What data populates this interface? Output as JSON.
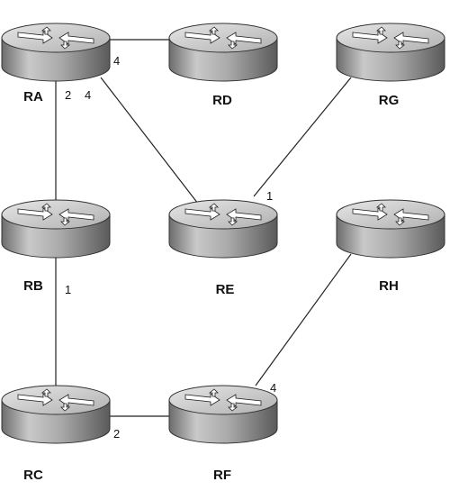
{
  "routers": [
    {
      "id": "RA",
      "label": "RA"
    },
    {
      "id": "RD",
      "label": "RD"
    },
    {
      "id": "RG",
      "label": "RG"
    },
    {
      "id": "RB",
      "label": "RB"
    },
    {
      "id": "RE",
      "label": "RE"
    },
    {
      "id": "RH",
      "label": "RH"
    },
    {
      "id": "RC",
      "label": "RC"
    },
    {
      "id": "RF",
      "label": "RF"
    }
  ],
  "links": [
    {
      "from": "RA",
      "to": "RD",
      "cost": "4"
    },
    {
      "from": "RA",
      "to": "RB",
      "cost": "2"
    },
    {
      "from": "RA",
      "to": "RE",
      "cost": "4"
    },
    {
      "from": "RG",
      "to": "RE",
      "cost": "1"
    },
    {
      "from": "RB",
      "to": "RC",
      "cost": "1"
    },
    {
      "from": "RC",
      "to": "RF",
      "cost": "2"
    },
    {
      "from": "RH",
      "to": "RF",
      "cost": "4"
    }
  ],
  "colors": {
    "router_body": "#9a9a9a",
    "router_top": "#d8d8d8",
    "link": "#222222"
  }
}
